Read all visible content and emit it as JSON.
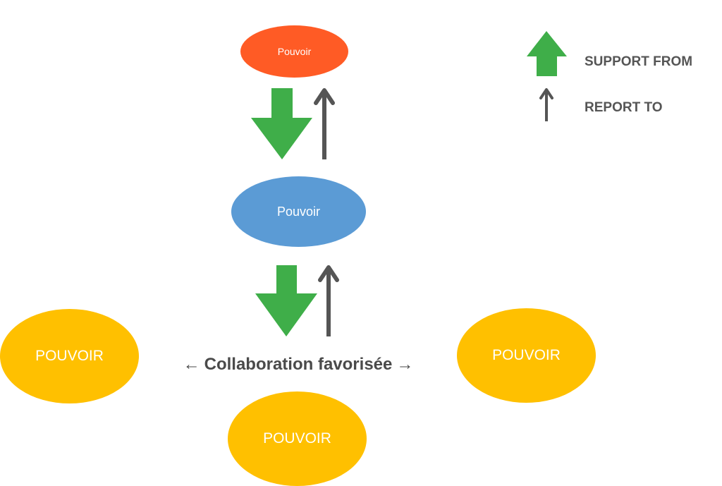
{
  "colors": {
    "top_node": "#FF5B25",
    "middle_node": "#5B9BD5",
    "peer_node": "#FFC000",
    "support_arrow": "#3FAE49",
    "report_arrow": "#555555",
    "text_dark": "#4A4A4A"
  },
  "nodes": {
    "top": "Pouvoir",
    "middle": "Pouvoir",
    "left": "POUVOIR",
    "right": "POUVOIR",
    "bottom": "POUVOIR"
  },
  "collaboration": {
    "left_arrow": "←",
    "label": "Collaboration favorisée",
    "right_arrow": "→"
  },
  "legend": {
    "support_icon": "green-up-arrow-icon",
    "support_label": "SUPPORT FROM",
    "report_icon": "thin-up-arrow-icon",
    "report_label": "REPORT TO"
  }
}
